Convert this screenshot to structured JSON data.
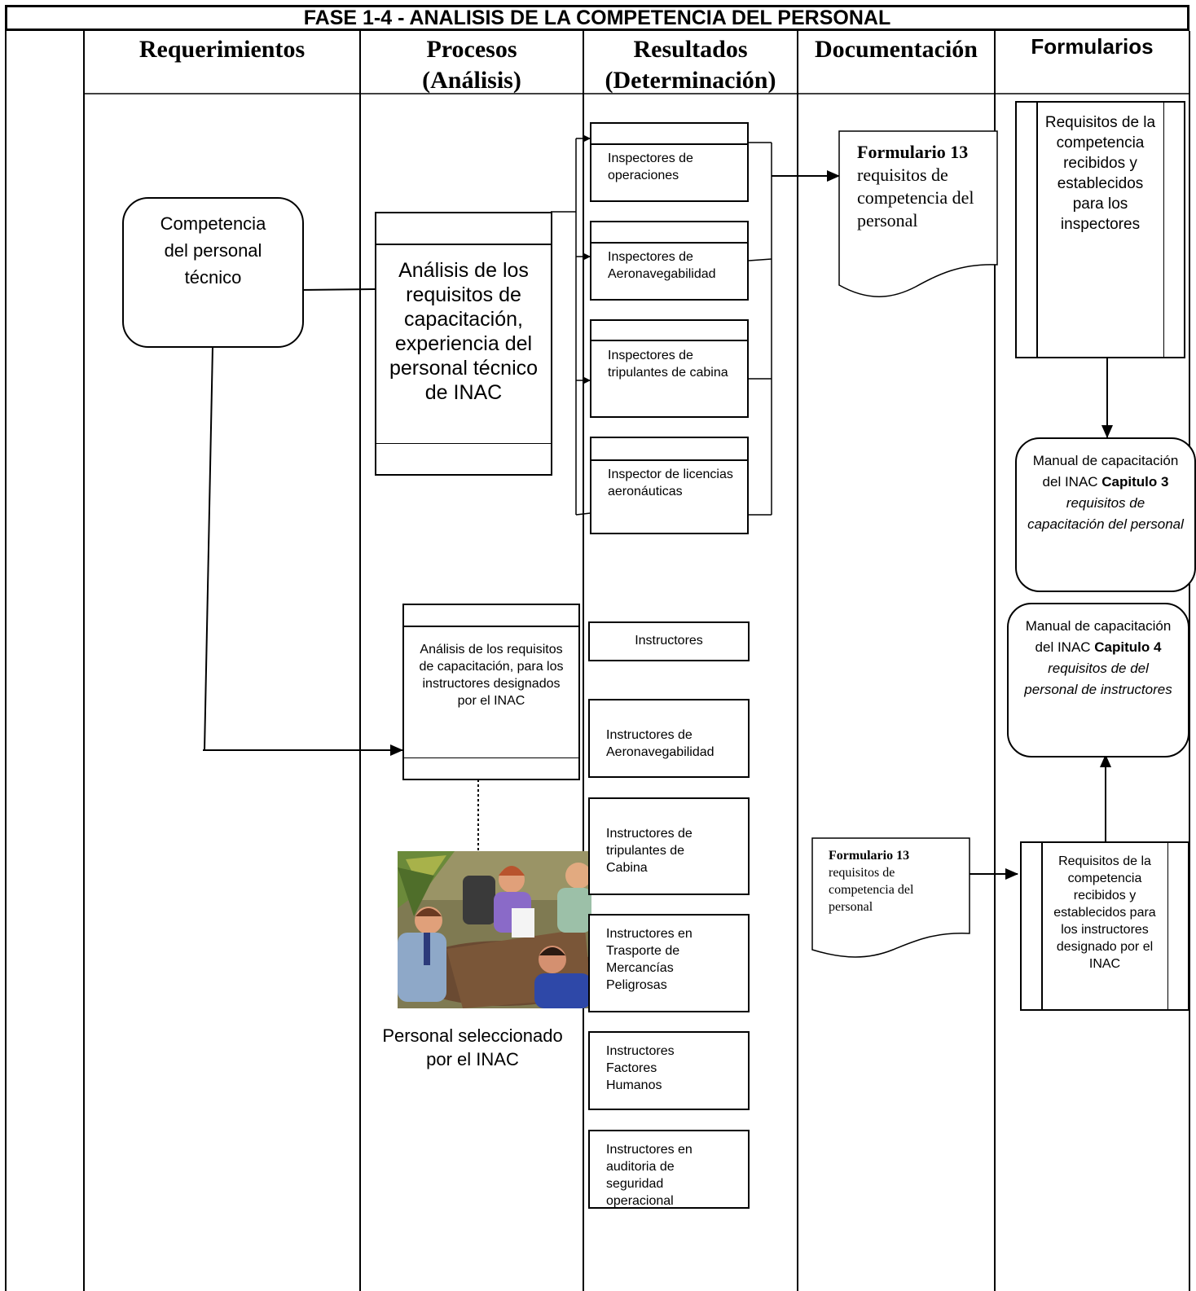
{
  "title": "FASE 1-4 -  ANALISIS DE LA COMPETENCIA DEL PERSONAL",
  "columns": {
    "requerimientos": "Requerimientos",
    "procesos_line1": "Procesos",
    "procesos_line2": "(Análisis)",
    "resultados_line1": "Resultados",
    "resultados_line2": "(Determinación)",
    "documentacion": "Documentación",
    "formularios": "Formularios"
  },
  "requerimientos": {
    "competencia": "Competencia del personal técnico"
  },
  "procesos": {
    "analisis_tecnico": "Análisis de los requisitos  de capacitación, experiencia del personal técnico de INAC",
    "analisis_instructores": "Análisis de los requisitos  de capacitación, para los instructores designados por el INAC",
    "picture_caption": "Personal seleccionado por el INAC"
  },
  "resultados": {
    "inspectores": [
      "Inspectores de operaciones",
      "Inspectores de Aeronavegabilidad",
      "Inspectores de tripulantes de cabina",
      "Inspector de licencias aeronáuticas"
    ],
    "instructores": [
      "Instructores",
      "Instructores de Aeronavegabilidad",
      "Instructores de tripulantes de Cabina",
      "Instructores en Trasporte de Mercancías Peligrosas",
      "Instructores Factores Humanos",
      "Instructores en auditoria de seguridad operacional"
    ]
  },
  "documentacion": {
    "doc1_bold": "Formulario 13",
    "doc1_text": "requisitos de competencia del personal",
    "doc2_bold": "Formulario 13",
    "doc2_text": "requisitos de competencia del personal"
  },
  "formularios": {
    "req_inspectores": "Requisitos de la competencia recibidos y establecidos para los inspectores",
    "manual3_pre": "Manual de capacitación del INAC ",
    "manual3_bold": "Capitulo 3",
    "manual3_italic": "requisitos de capacitación del personal",
    "manual4_pre": "Manual de capacitación del INAC ",
    "manual4_bold": "Capitulo 4",
    "manual4_italic": "requisitos de  del personal de instructores",
    "req_instructores": "Requisitos de la competencia recibidos y establecidos para los instructores designado por el INAC"
  },
  "colors": {
    "line": "#000000",
    "background": "#ffffff"
  }
}
